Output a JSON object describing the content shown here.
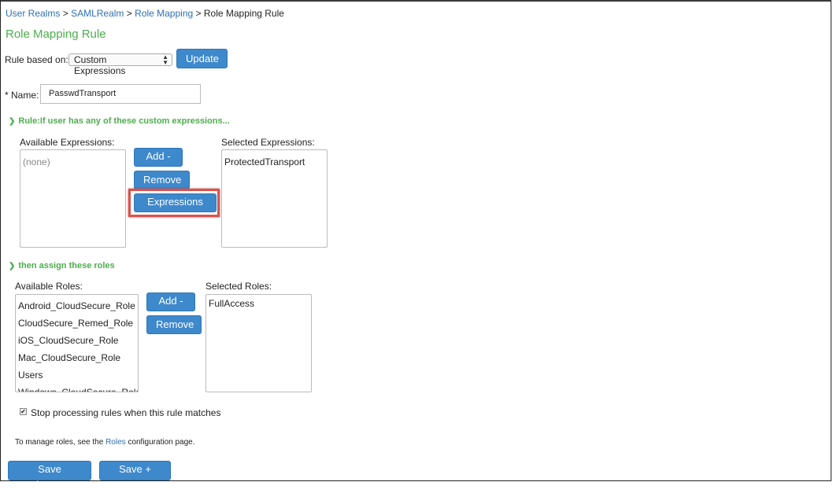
{
  "breadcrumb": {
    "items": [
      "User Realms",
      "SAMLRealm",
      "Role Mapping"
    ],
    "sep": ">",
    "current": "Role Mapping Rule"
  },
  "page_title": "Role Mapping Rule",
  "rule_based_on": {
    "label": "Rule based on:",
    "value": "Custom Expressions",
    "update_label": "Update"
  },
  "name": {
    "label": "* Name:",
    "value": "PasswdTransport"
  },
  "rule_section": {
    "heading": "Rule:If user has any of these custom expressions...",
    "available_label": "Available Expressions:",
    "available_items": [
      "(none)"
    ],
    "add_label": "Add ->",
    "remove_label": "Remove",
    "expressions_label": "Expressions ...",
    "selected_label": "Selected Expressions:",
    "selected_items": [
      "ProtectedTransport"
    ]
  },
  "roles_section": {
    "heading": "then assign these roles",
    "available_label": "Available Roles:",
    "available_items": [
      "Android_CloudSecure_Role",
      "CloudSecure_Remed_Role",
      "iOS_CloudSecure_Role",
      "Mac_CloudSecure_Role",
      "Users",
      "Windows_CloudSecure_Role"
    ],
    "add_label": "Add ->",
    "remove_label": "Remove",
    "selected_label": "Selected Roles:",
    "selected_items": [
      "FullAccess"
    ]
  },
  "stop_processing": {
    "checked": true,
    "label": "Stop processing rules when this rule matches"
  },
  "manage_note": {
    "prefix": "To manage roles, see the",
    "link": "Roles",
    "suffix": "configuration page."
  },
  "footer": {
    "save_label": "Save Changes",
    "save_new_label": "Save + New"
  },
  "colors": {
    "link": "#2e6fb5",
    "title_green": "#4cae4c",
    "button_blue": "#3e88cc",
    "highlight_red": "#d9534f"
  }
}
